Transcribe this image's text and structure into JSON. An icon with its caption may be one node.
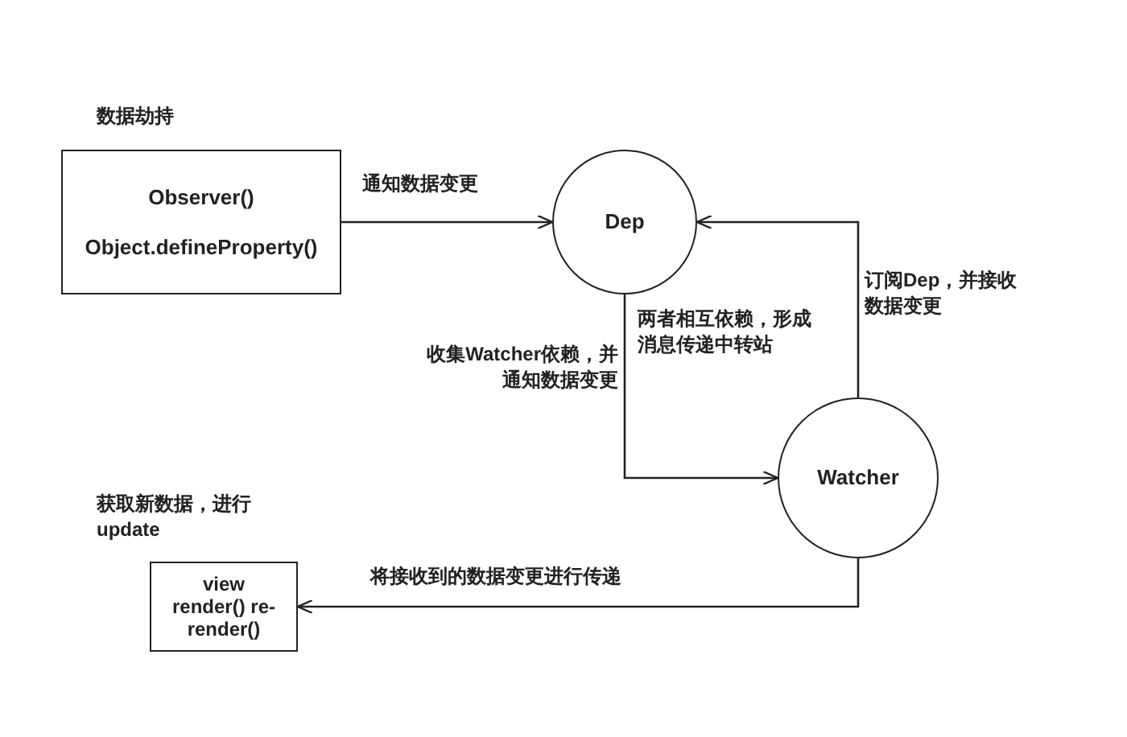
{
  "diagram": {
    "nodes": [
      {
        "text": [
          "数据劫持",
          "Observer()",
          "Object.defineProperty()"
        ]
      },
      {
        "text": [
          "Dep"
        ]
      },
      {
        "text": [
          "Watcher"
        ]
      },
      {
        "text": [
          "获取新数据，进行 update",
          "view render() re-render()"
        ]
      }
    ],
    "edges": [
      {
        "from": 0,
        "to": 1,
        "arrow": "to",
        "label": "通知数据变更"
      },
      {
        "from": 1,
        "to": 2,
        "arrow": "to",
        "label": "收集Watcher依赖，并通知数据变更"
      },
      {
        "from": 2,
        "to": 1,
        "arrow": "to",
        "label": "订阅Dep，并接收数据变更"
      },
      {
        "from": 2,
        "to": 3,
        "arrow": "to",
        "label": "将接收到的数据变更进行传递"
      }
    ],
    "labels": [
      "两者相互依赖，形成消息传递中转站"
    ]
  }
}
